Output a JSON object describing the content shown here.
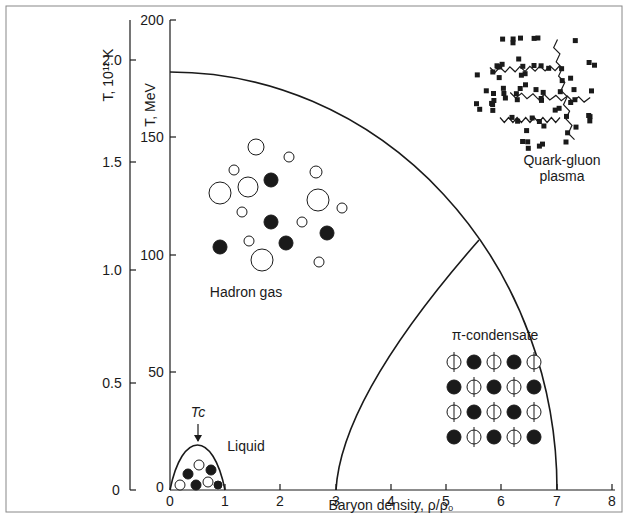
{
  "diagram": {
    "labels": [
      "T, 10¹² K",
      "2.0",
      "1.5",
      "1.0",
      "0.5",
      "0",
      "T, MeV",
      "200",
      "150",
      "100",
      "50",
      "0",
      "0",
      "1",
      "2",
      "3",
      "4",
      "5",
      "6",
      "7",
      "8",
      "Baryon density, ρ/ρ₀",
      "Hadron gas",
      "Quark-gluon plasma",
      "π-condensate",
      "Tc",
      "Liquid"
    ]
  }
}
